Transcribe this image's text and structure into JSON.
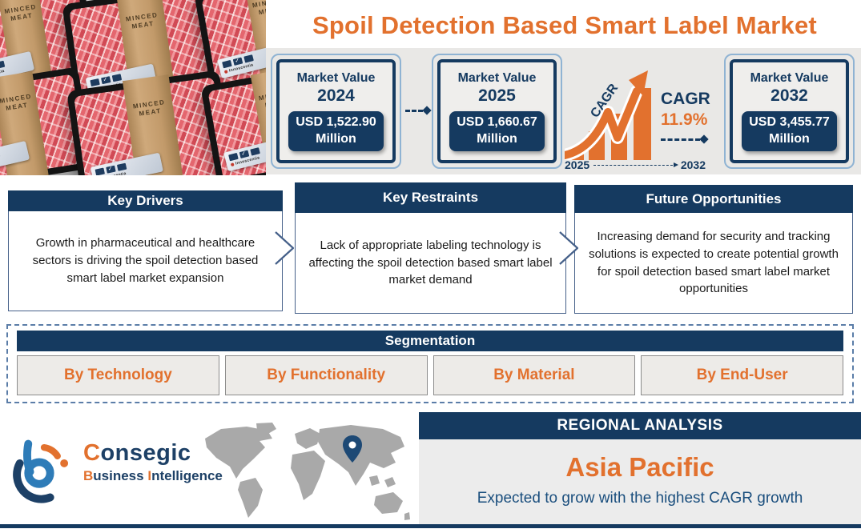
{
  "title": "Spoil Detection Based Smart Label Market",
  "photo": {
    "band_line1": "MINCED",
    "band_line2": "MEAT",
    "label_brand": "Innoscentia"
  },
  "market_cards": [
    {
      "label": "Market Value",
      "year": "2024",
      "value_line1": "USD 1,522.90",
      "value_line2": "Million"
    },
    {
      "label": "Market Value",
      "year": "2025",
      "value_line1": "USD 1,660.67",
      "value_line2": "Million"
    },
    {
      "label": "Market Value",
      "year": "2032",
      "value_line1": "USD 3,455.77",
      "value_line2": "Million"
    }
  ],
  "cagr": {
    "chart_label": "CAGR",
    "label": "CAGR",
    "value": "11.9%",
    "start_year": "2025",
    "end_year": "2032"
  },
  "insight_boxes": [
    {
      "title": "Key Drivers",
      "text": "Growth in pharmaceutical and healthcare sectors is driving the spoil detection based smart label market expansion"
    },
    {
      "title": "Key Restraints",
      "text": "Lack of appropriate labeling technology is affecting the spoil detection based smart label market demand"
    },
    {
      "title": "Future Opportunities",
      "text": "Increasing demand for security and tracking solutions is expected to create potential growth for spoil detection based smart label market opportunities"
    }
  ],
  "segmentation": {
    "title": "Segmentation",
    "segments": [
      "By Technology",
      "By Functionality",
      "By Material",
      "By End-User"
    ]
  },
  "regional": {
    "title": "REGIONAL ANALYSIS",
    "region": "Asia Pacific",
    "subtitle": "Expected to grow with the highest CAGR growth"
  },
  "logo": {
    "name_first": "C",
    "name_rest": "onsegic",
    "line2_b": "B",
    "line2_rest": "usiness ",
    "line2_i": "I",
    "line2_rest2": "ntelligence"
  },
  "colors": {
    "navy": "#153a60",
    "orange": "#e2712e",
    "strip_gray": "#e9e8e6",
    "map_gray": "#a9a9a9"
  },
  "chart_data": {
    "type": "bar",
    "title": "Spoil Detection Based Smart Label Market",
    "categories": [
      "2024",
      "2025",
      "2032"
    ],
    "values": [
      1522.9,
      1660.67,
      3455.77
    ],
    "ylabel": "Market Value (USD Million)",
    "cagr_percent": 11.9,
    "cagr_period": "2025-2032",
    "fastest_growing_region": "Asia Pacific"
  }
}
